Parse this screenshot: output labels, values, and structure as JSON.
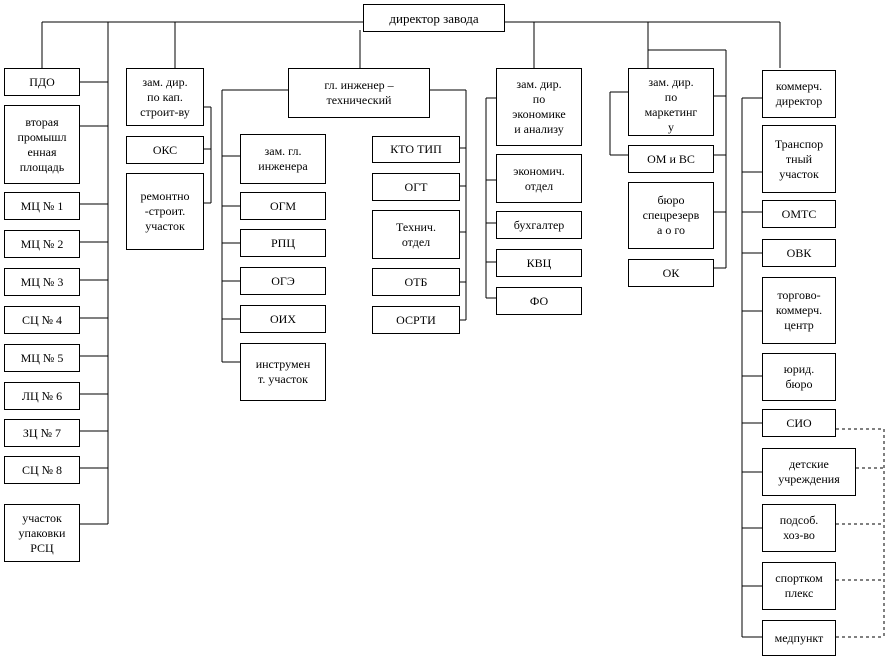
{
  "director": "директор завода",
  "columns": {
    "left": [
      "ПДО",
      "вторая\nпромышл\nенная\nплощадь",
      "МЦ № 1",
      "МЦ № 2",
      "МЦ № 3",
      "СЦ № 4",
      "МЦ № 5",
      "ЛЦ № 6",
      "ЗЦ № 7",
      "СЦ № 8",
      "участок\nупаковки\nРСЦ"
    ],
    "capital": {
      "head": "зам. дир.\nпо кап.\nстроит-ву",
      "items": [
        "ОКС",
        "ремонтно\n-строит.\nучасток"
      ]
    },
    "engineer": {
      "head": "гл. инженер –\nтехнический",
      "sub_left": [
        "зам. гл.\nинженера",
        "ОГМ",
        "РПЦ",
        "ОГЭ",
        "ОИХ",
        "инструмен\nт. участок"
      ],
      "sub_right": [
        "КТО ТИП",
        "ОГТ",
        "Технич.\nотдел",
        "ОТБ",
        "ОСРТИ"
      ]
    },
    "economics": {
      "head": "зам. дир.\nпо\nэкономике\nи анализу",
      "items": [
        "экономич.\nотдел",
        "бухгалтер",
        "КВЦ",
        "ФО"
      ]
    },
    "marketing": {
      "head": "зам. дир.\nпо\nмаркетинг\nу",
      "items": [
        "ОМ и ВС",
        "бюро\nспецрезерв\nа о го",
        "ОК"
      ]
    },
    "commercial": {
      "head": "коммерч.\nдиректор",
      "items": [
        "Транспор\nтный\nучасток",
        "ОМТС",
        "ОВК",
        "торгово-\nкоммерч.\nцентр",
        "юрид.\nбюро",
        "СИО",
        "детские\nучреждения",
        "подсоб.\nхоз-во",
        "спортком\nплекс",
        "медпункт"
      ]
    }
  }
}
